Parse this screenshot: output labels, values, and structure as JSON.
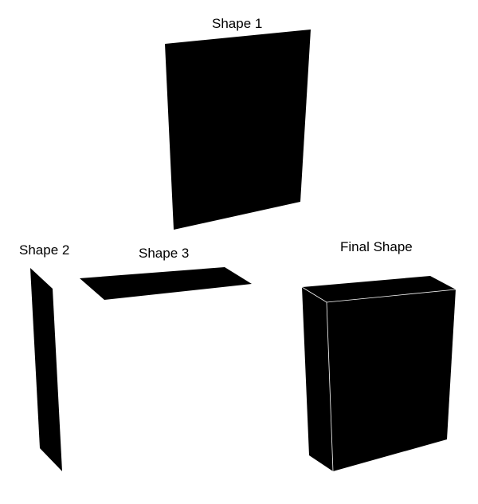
{
  "labels": {
    "shape1": "Shape 1",
    "shape2": "Shape 2",
    "shape3": "Shape 3",
    "final": "Final Shape"
  },
  "colors": {
    "fill": "#000000",
    "edge": "#ffffff",
    "background": "#ffffff"
  }
}
